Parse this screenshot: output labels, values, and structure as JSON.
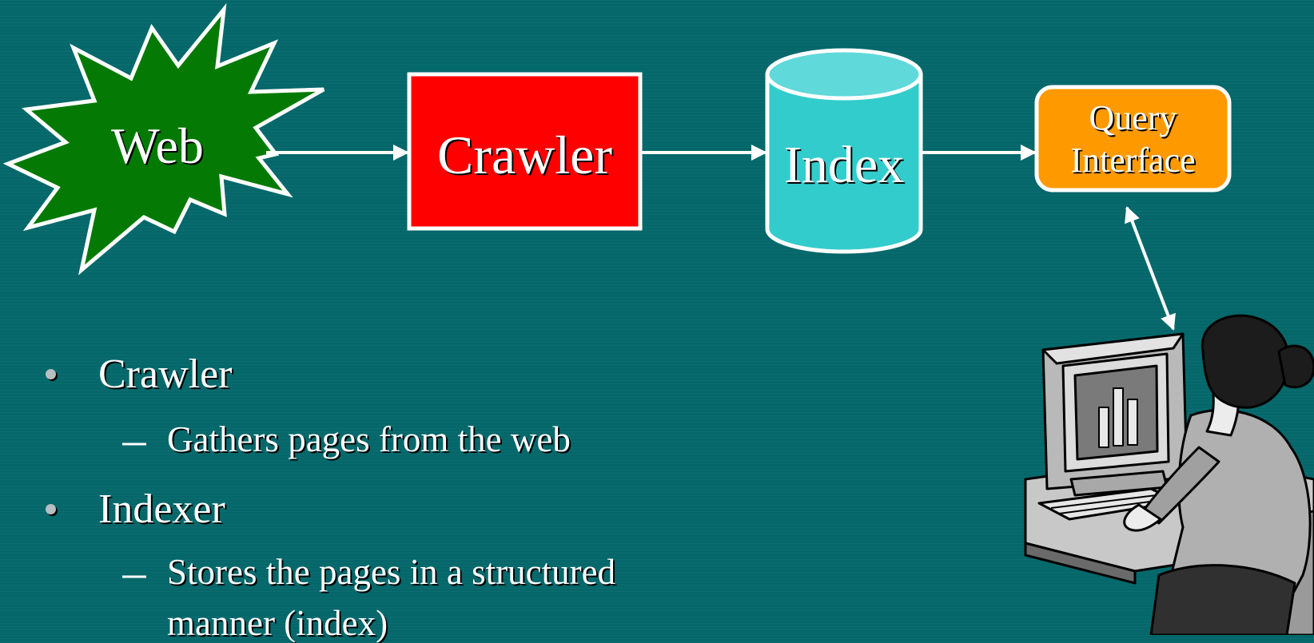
{
  "diagram": {
    "nodes": {
      "web": {
        "label": "Web",
        "color": "#047a04"
      },
      "crawler": {
        "label": "Crawler",
        "color": "#ff0000"
      },
      "index": {
        "label": "Index",
        "color": "#33cccc",
        "top_color": "#5fd9d9"
      },
      "query_interface": {
        "label_line1": "Query",
        "label_line2": "Interface",
        "color": "#ff9900"
      }
    },
    "edges": [
      {
        "from": "web",
        "to": "crawler"
      },
      {
        "from": "crawler",
        "to": "index"
      },
      {
        "from": "index",
        "to": "query_interface"
      },
      {
        "from": "query_interface",
        "to": "user",
        "bidirectional": true
      }
    ],
    "user_icon": "person-at-computer-icon"
  },
  "bullets": [
    {
      "text": "Crawler",
      "sub": [
        "Gathers pages from the web"
      ]
    },
    {
      "text": "Indexer",
      "sub": [
        "Stores the pages in a structured",
        "manner (index)"
      ]
    }
  ],
  "colors": {
    "background": "#04676a",
    "line": "#ffffff",
    "text": "#ffffff"
  }
}
